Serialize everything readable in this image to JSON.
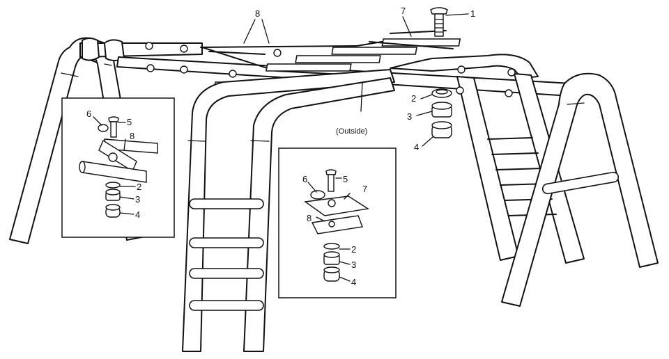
{
  "callouts": {
    "main_1": "1",
    "main_7": "7",
    "main_8": "8",
    "main_2": "2",
    "main_3": "3",
    "main_4": "4"
  },
  "outside_label": "(Outside)",
  "left_inset": {
    "n6": "6",
    "n5": "5",
    "n8": "8",
    "n2": "2",
    "n3": "3",
    "n4": "4"
  },
  "center_inset": {
    "n6": "6",
    "n5": "5",
    "n7": "7",
    "n8": "8",
    "n2": "2",
    "n3": "3",
    "n4": "4"
  }
}
